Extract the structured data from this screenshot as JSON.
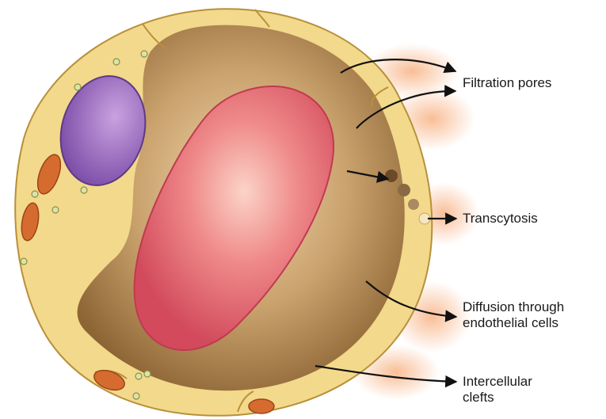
{
  "labels": {
    "filtration_pores": "Filtration pores",
    "transcytosis": "Transcytosis",
    "diffusion": [
      "Diffusion through",
      "endothelial cells"
    ],
    "intercellular_clefts": [
      "Intercellular",
      "clefts"
    ]
  },
  "colors": {
    "lumen": "#a07a4c",
    "endothelium": "#f3d98b",
    "endothelium_edge": "#b8903a",
    "red_blood_cell": "#de5e6e",
    "nucleus": "#8a5fb0",
    "mitochondria": "#d66b30",
    "glow": "#f6b48c",
    "arrow": "#111111"
  }
}
